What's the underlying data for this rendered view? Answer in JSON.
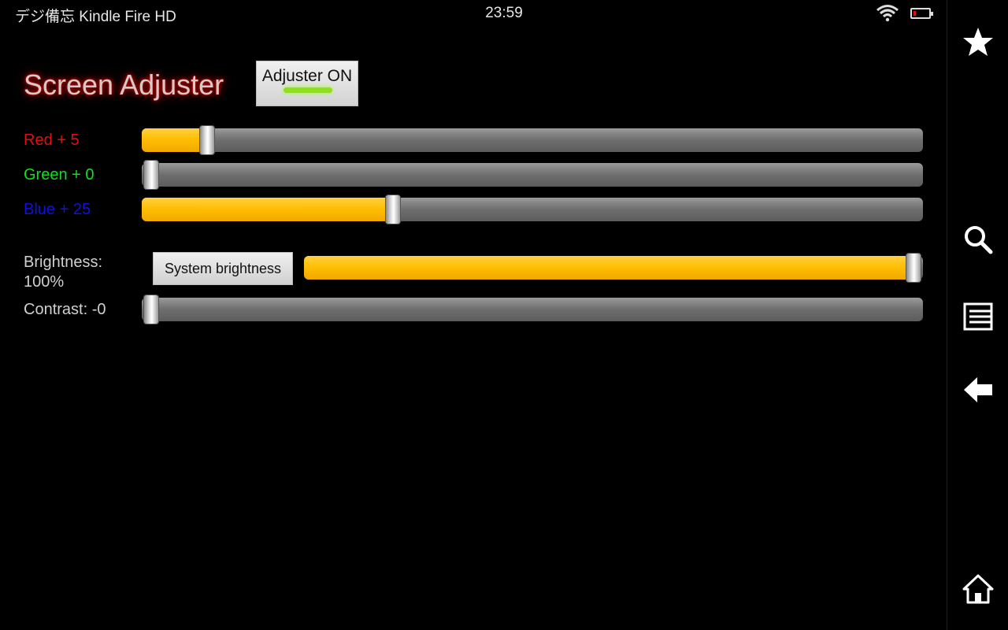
{
  "status": {
    "title": "デジ備忘 Kindle Fire HD",
    "time": "23:59"
  },
  "app": {
    "title": "Screen Adjuster",
    "toggle_label": "Adjuster ON"
  },
  "sliders": {
    "red": {
      "label": "Red + 5",
      "fraction": 0.073
    },
    "green": {
      "label": "Green + 0",
      "fraction": 0.0
    },
    "blue": {
      "label": "Blue + 25",
      "fraction": 0.317
    },
    "brightness": {
      "label_line1": "Brightness:",
      "label_line2": "100%",
      "fraction": 1.0
    },
    "contrast": {
      "label": "Contrast: -0",
      "fraction": 0.0
    }
  },
  "buttons": {
    "system_brightness": "System brightness"
  },
  "colors": {
    "red_label": "#e01010",
    "green_label": "#10e020",
    "blue_label": "#1010e0",
    "slider_fill": "#ffbd00",
    "toggle_led": "#8fe01a"
  },
  "nav": [
    "star-icon",
    "search-icon",
    "menu-icon",
    "back-icon",
    "home-icon"
  ]
}
